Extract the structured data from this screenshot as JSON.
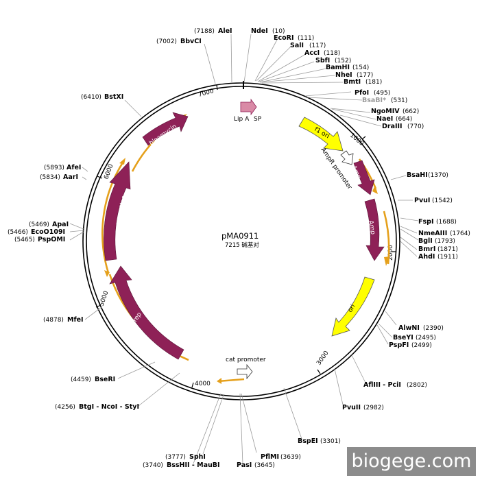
{
  "plasmid": {
    "name": "pMA0911",
    "length_label": "7215 碱基对",
    "total_bp": 7215
  },
  "ticks": [
    "1000",
    "2000",
    "3000",
    "4000",
    "5000",
    "6000",
    "7000"
  ],
  "sites": [
    {
      "name": "AleI",
      "pos": "(7188)"
    },
    {
      "name": "NdeI",
      "pos": "(10)"
    },
    {
      "name": "EcoRI",
      "pos": "(111)"
    },
    {
      "name": "SalI",
      "pos": "(117)"
    },
    {
      "name": "AccI",
      "pos": "(118)"
    },
    {
      "name": "SbfI",
      "pos": "(152)"
    },
    {
      "name": "BamHI",
      "pos": "(154)"
    },
    {
      "name": "NheI",
      "pos": "(177)"
    },
    {
      "name": "BmtI",
      "pos": "(181)"
    },
    {
      "name": "BbvCI",
      "pos": "(7002)"
    },
    {
      "name": "PfoI",
      "pos": "(495)"
    },
    {
      "name": "BsaBI*",
      "pos": "(531)"
    },
    {
      "name": "NgoMIV",
      "pos": "(662)"
    },
    {
      "name": "NaeI",
      "pos": "(664)"
    },
    {
      "name": "DraIII",
      "pos": "(770)"
    },
    {
      "name": "BstXI",
      "pos": "(6410)"
    },
    {
      "name": "BsaHI",
      "pos": "(1370)"
    },
    {
      "name": "PvuI",
      "pos": "(1542)"
    },
    {
      "name": "FspI",
      "pos": "(1688)"
    },
    {
      "name": "NmeAIII",
      "pos": "(1764)"
    },
    {
      "name": "BglI",
      "pos": "(1793)"
    },
    {
      "name": "BmrI",
      "pos": "(1871)"
    },
    {
      "name": "AhdI",
      "pos": "(1911)"
    },
    {
      "name": "AfeI",
      "pos": "(5893)"
    },
    {
      "name": "AarI",
      "pos": "(5834)"
    },
    {
      "name": "ApaI",
      "pos": "(5469)"
    },
    {
      "name": "EcoO109I",
      "pos": "(5466)"
    },
    {
      "name": "PspOMI",
      "pos": "(5465)"
    },
    {
      "name": "AlwNI",
      "pos": "(2390)"
    },
    {
      "name": "BseYI",
      "pos": "(2495)"
    },
    {
      "name": "PspFI",
      "pos": "(2499)"
    },
    {
      "name": "MfeI",
      "pos": "(4878)"
    },
    {
      "name": "AflIII - PciI",
      "pos": "(2802)"
    },
    {
      "name": "PvuII",
      "pos": "(2982)"
    },
    {
      "name": "BseRI",
      "pos": "(4459)"
    },
    {
      "name": "BtgI - NcoI - StyI",
      "pos": "(4256)"
    },
    {
      "name": "BspEI",
      "pos": "(3301)"
    },
    {
      "name": "SphI",
      "pos": "(3777)"
    },
    {
      "name": "BssHII - MauBI",
      "pos": "(3740)"
    },
    {
      "name": "PflMI",
      "pos": "(3639)"
    },
    {
      "name": "PasI",
      "pos": "(3645)"
    }
  ],
  "features": [
    {
      "label": "Lip A"
    },
    {
      "label": "SP"
    },
    {
      "label": "f1 ori"
    },
    {
      "label": "AmpR promoter"
    },
    {
      "label": "Amp"
    },
    {
      "label": "Amp"
    },
    {
      "label": "ori"
    },
    {
      "label": "cat promoter"
    },
    {
      "label": "rep"
    },
    {
      "label": "Kana Neo"
    },
    {
      "label": "bleomycin"
    }
  ],
  "colors": {
    "magenta": "#8e2157",
    "yellow": "#ffff00",
    "orange": "#e5a01b",
    "pink": "#d98aa6",
    "ring": "#000000",
    "leader": "#9a9a9a"
  },
  "watermark": "biogege.com"
}
